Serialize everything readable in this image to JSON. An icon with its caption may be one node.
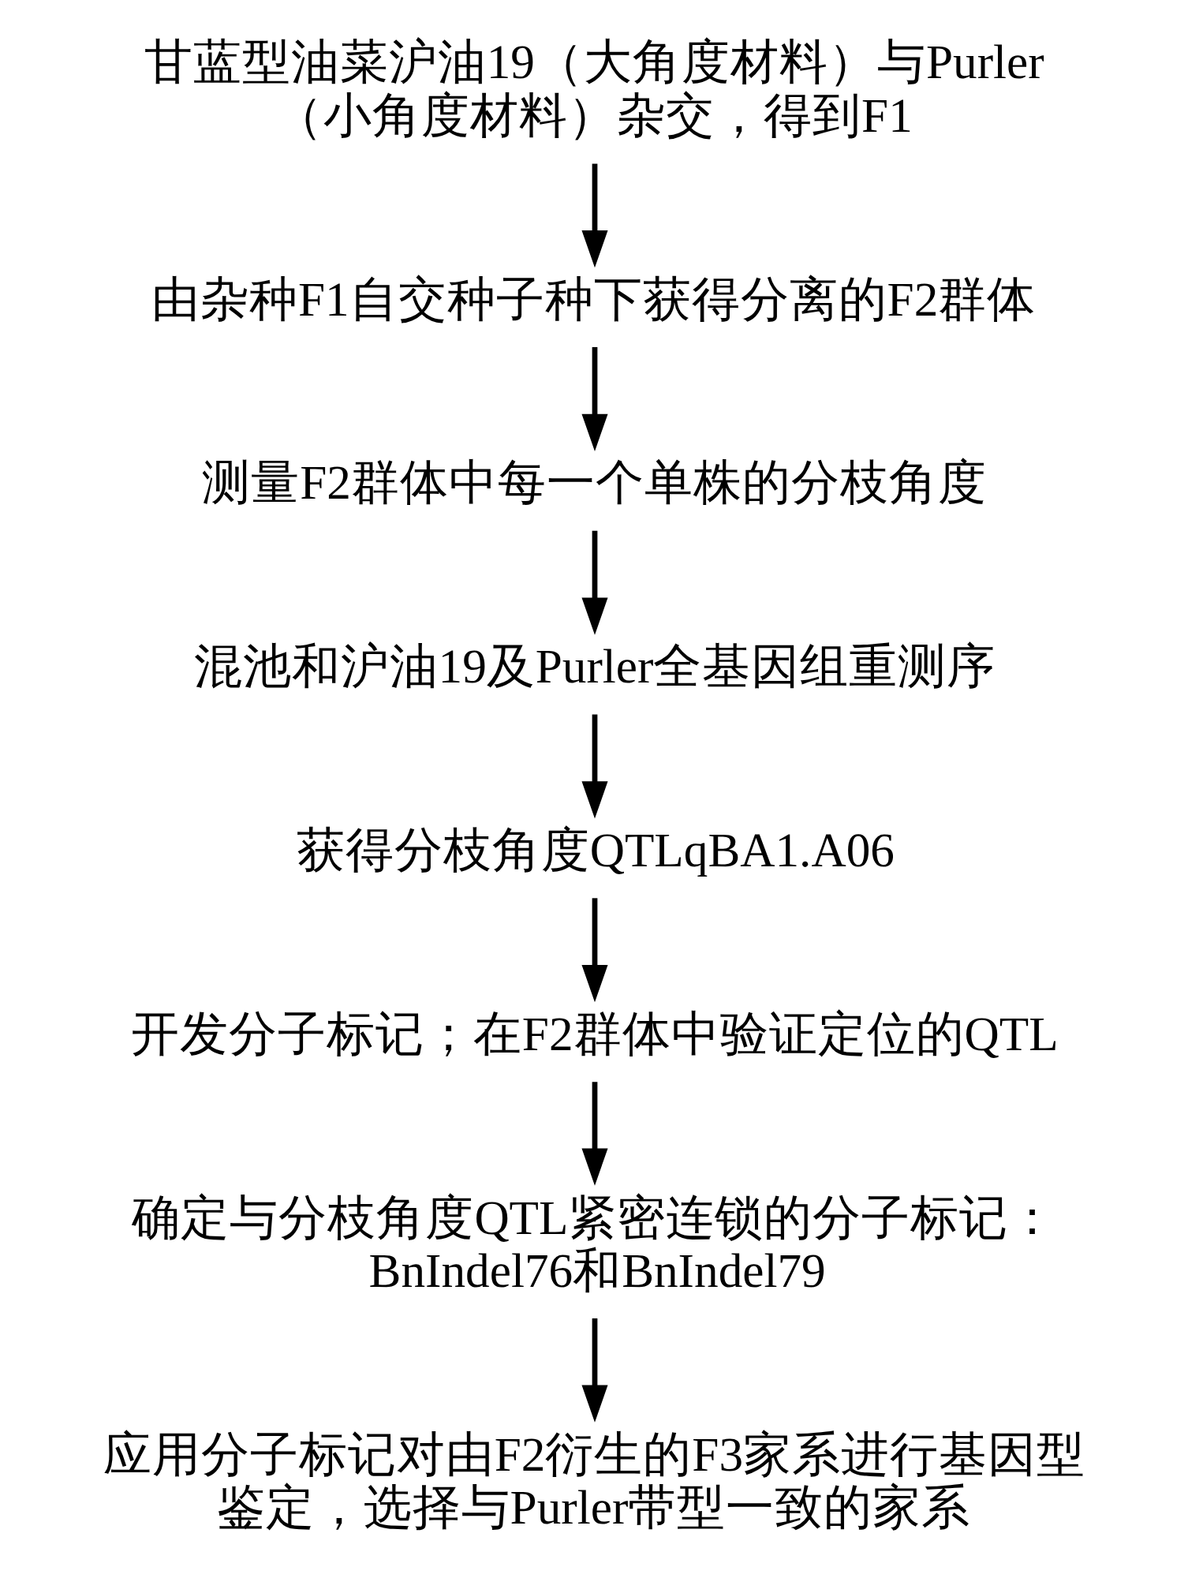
{
  "diagram": {
    "nodes": [
      {
        "text": [
          "甘蓝型油菜沪油19（大角度材料）与Purler（小角度材料）杂交，得到F1"
        ]
      },
      {
        "text": [
          "由杂种F1自交种子种下获得分离的F2群体"
        ]
      },
      {
        "text": [
          "测量F2群体中每一个单株的分枝角度"
        ]
      },
      {
        "text": [
          "混池和沪油19及Purler全基因组重测序"
        ]
      },
      {
        "text": [
          "获得分枝角度QTLqBA1.A06"
        ]
      },
      {
        "text": [
          "开发分子标记；在F2群体中验证定位的QTL"
        ]
      },
      {
        "text": [
          "确定与分枝角度QTL紧密连锁的分子标记：BnIndel76和BnIndel79"
        ]
      },
      {
        "text": [
          "应用分子标记对由F2衍生的F3家系进行基因型鉴定，选择与Purler带型一致的家系"
        ]
      }
    ],
    "edges": [
      {
        "from": 0,
        "to": 1,
        "arrow": "to"
      },
      {
        "from": 1,
        "to": 2,
        "arrow": "to"
      },
      {
        "from": 2,
        "to": 3,
        "arrow": "to"
      },
      {
        "from": 3,
        "to": 4,
        "arrow": "to"
      },
      {
        "from": 4,
        "to": 5,
        "arrow": "to"
      },
      {
        "from": 5,
        "to": 6,
        "arrow": "to"
      },
      {
        "from": 6,
        "to": 7,
        "arrow": "to"
      }
    ]
  }
}
